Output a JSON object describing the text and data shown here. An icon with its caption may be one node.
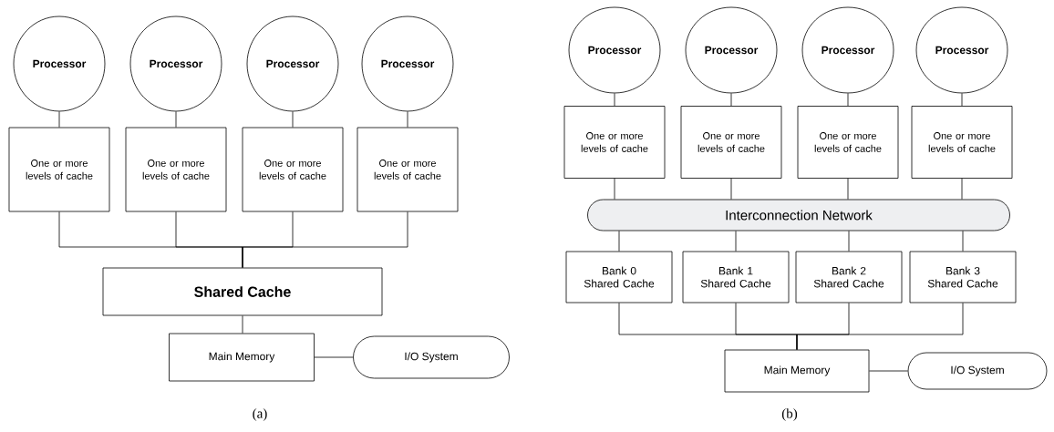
{
  "diagram": {
    "nodes": [
      {
        "text": [
          "Processor"
        ]
      },
      {
        "text": [
          "Processor"
        ]
      },
      {
        "text": [
          "Processor"
        ]
      },
      {
        "text": [
          "Processor"
        ]
      },
      {
        "text": [
          "One or more levels of cache"
        ]
      },
      {
        "text": [
          "One or more levels of cache"
        ]
      },
      {
        "text": [
          "One or more levels of cache"
        ]
      },
      {
        "text": [
          "One or more levels of cache"
        ]
      },
      {
        "text": [
          "Shared Cache"
        ]
      },
      {
        "text": [
          "Main Memory"
        ]
      },
      {
        "text": [
          "I/O System"
        ]
      },
      {
        "text": [
          "Processor"
        ]
      },
      {
        "text": [
          "Processor"
        ]
      },
      {
        "text": [
          "Processor"
        ]
      },
      {
        "text": [
          "Processor"
        ]
      },
      {
        "text": [
          "One or more levels of cache"
        ]
      },
      {
        "text": [
          "One or more levels of cache"
        ]
      },
      {
        "text": [
          "One or more levels of cache"
        ]
      },
      {
        "text": [
          "One or more levels of cache"
        ]
      },
      {
        "text": [
          "Interconnection Network"
        ]
      },
      {
        "text": [
          "Bank 0 Shared Cache"
        ]
      },
      {
        "text": [
          "Bank 1 Shared Cache"
        ]
      },
      {
        "text": [
          "Bank 2 Shared Cache"
        ]
      },
      {
        "text": [
          "Bank 3 Shared Cache"
        ]
      },
      {
        "text": [
          "Main Memory"
        ]
      },
      {
        "text": [
          "I/O System"
        ]
      }
    ],
    "edges": [
      {
        "from": 0,
        "to": 4,
        "arrow": "none"
      },
      {
        "from": 1,
        "to": 5,
        "arrow": "none"
      },
      {
        "from": 2,
        "to": 6,
        "arrow": "none"
      },
      {
        "from": 3,
        "to": 7,
        "arrow": "none"
      },
      {
        "from": 4,
        "to": 8,
        "arrow": "none"
      },
      {
        "from": 5,
        "to": 8,
        "arrow": "none"
      },
      {
        "from": 6,
        "to": 8,
        "arrow": "none"
      },
      {
        "from": 7,
        "to": 8,
        "arrow": "none"
      },
      {
        "from": 8,
        "to": 9,
        "arrow": "none"
      },
      {
        "from": 9,
        "to": 10,
        "arrow": "none"
      },
      {
        "from": 11,
        "to": 15,
        "arrow": "none"
      },
      {
        "from": 12,
        "to": 16,
        "arrow": "none"
      },
      {
        "from": 13,
        "to": 17,
        "arrow": "none"
      },
      {
        "from": 14,
        "to": 18,
        "arrow": "none"
      },
      {
        "from": 15,
        "to": 19,
        "arrow": "none"
      },
      {
        "from": 16,
        "to": 19,
        "arrow": "none"
      },
      {
        "from": 17,
        "to": 19,
        "arrow": "none"
      },
      {
        "from": 18,
        "to": 19,
        "arrow": "none"
      },
      {
        "from": 19,
        "to": 20,
        "arrow": "none"
      },
      {
        "from": 19,
        "to": 21,
        "arrow": "none"
      },
      {
        "from": 19,
        "to": 22,
        "arrow": "none"
      },
      {
        "from": 19,
        "to": 23,
        "arrow": "none"
      },
      {
        "from": 20,
        "to": 24,
        "arrow": "none"
      },
      {
        "from": 21,
        "to": 24,
        "arrow": "none"
      },
      {
        "from": 22,
        "to": 24,
        "arrow": "none"
      },
      {
        "from": 23,
        "to": 24,
        "arrow": "none"
      },
      {
        "from": 24,
        "to": 25,
        "arrow": "none"
      }
    ],
    "labels": [
      "(a)",
      "(b)"
    ]
  }
}
